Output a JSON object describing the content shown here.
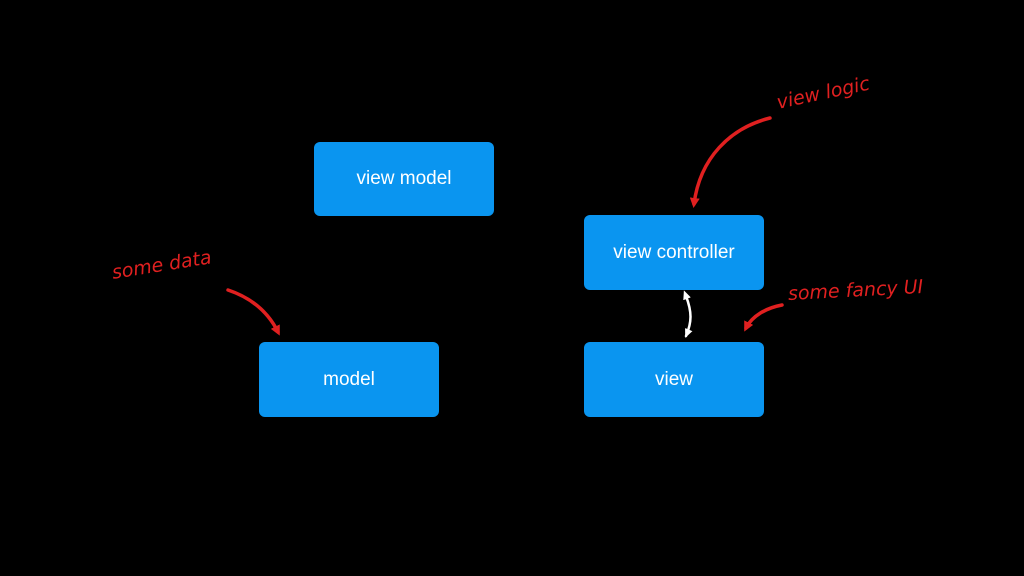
{
  "colors": {
    "background": "#000000",
    "node_fill": "#0a95f0",
    "node_text": "#ffffff",
    "annotation": "#e02020",
    "connector": "#ffffff"
  },
  "nodes": {
    "view_model": "view model",
    "view_controller": "view controller",
    "model": "model",
    "view": "view"
  },
  "annotations": {
    "view_logic": "view logic",
    "some_data": "some data",
    "some_fancy_ui": "some fancy UI"
  },
  "edges": [
    {
      "from": "view_controller",
      "to": "view",
      "type": "bidirectional"
    }
  ]
}
